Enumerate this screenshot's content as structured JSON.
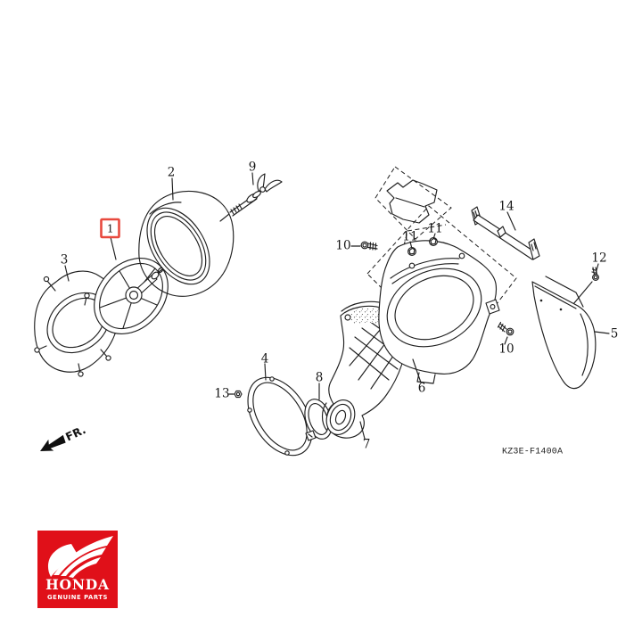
{
  "diagram": {
    "part_code": "KZ3E-F1400A",
    "fr_label": "FR.",
    "highlighted_part": "1",
    "highlight_color": "#e8493e",
    "line_color": "#1f1f1f",
    "callouts": {
      "c1": "1",
      "c2": "2",
      "c3": "3",
      "c4": "4",
      "c5": "5",
      "c6": "6",
      "c7": "7",
      "c8": "8",
      "c9": "9",
      "c10a": "10",
      "c10b": "10",
      "c11a": "11",
      "c11b": "11",
      "c12": "12",
      "c13": "13",
      "c14": "14"
    }
  },
  "logo": {
    "brand": "HONDA",
    "subtitle": "GENUINE PARTS",
    "bg_color": "#e01019",
    "text_color": "#ffffff"
  }
}
